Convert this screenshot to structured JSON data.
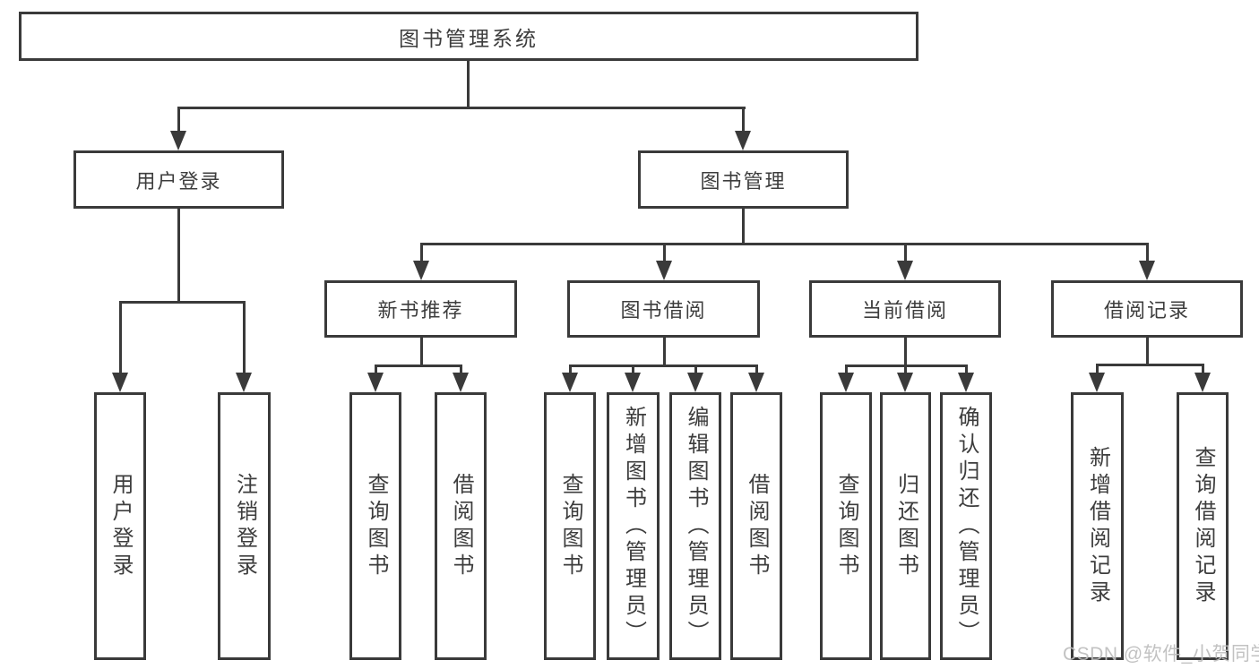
{
  "diagram": {
    "nodes": {
      "root": "图书管理系统",
      "level2": [
        "用户登录",
        "图书管理"
      ],
      "level3": [
        "新书推荐",
        "图书借阅",
        "当前借阅",
        "借阅记录"
      ],
      "leaves": [
        "用户登录",
        "注销登录",
        "查询图书",
        "借阅图书",
        "查询图书",
        "新增图书（管理员）",
        "编辑图书（管理员）",
        "借阅图书",
        "查询图书",
        "归还图书",
        "确认归还（管理员）",
        "新增借阅记录",
        "查询借阅记录"
      ]
    },
    "watermark": "CSDN @软件_小贺同学",
    "colors": {
      "line": "#3a3a3a",
      "text": "#3d3d3d",
      "watermark": "#bdbdbd",
      "background": "#ffffff"
    }
  }
}
